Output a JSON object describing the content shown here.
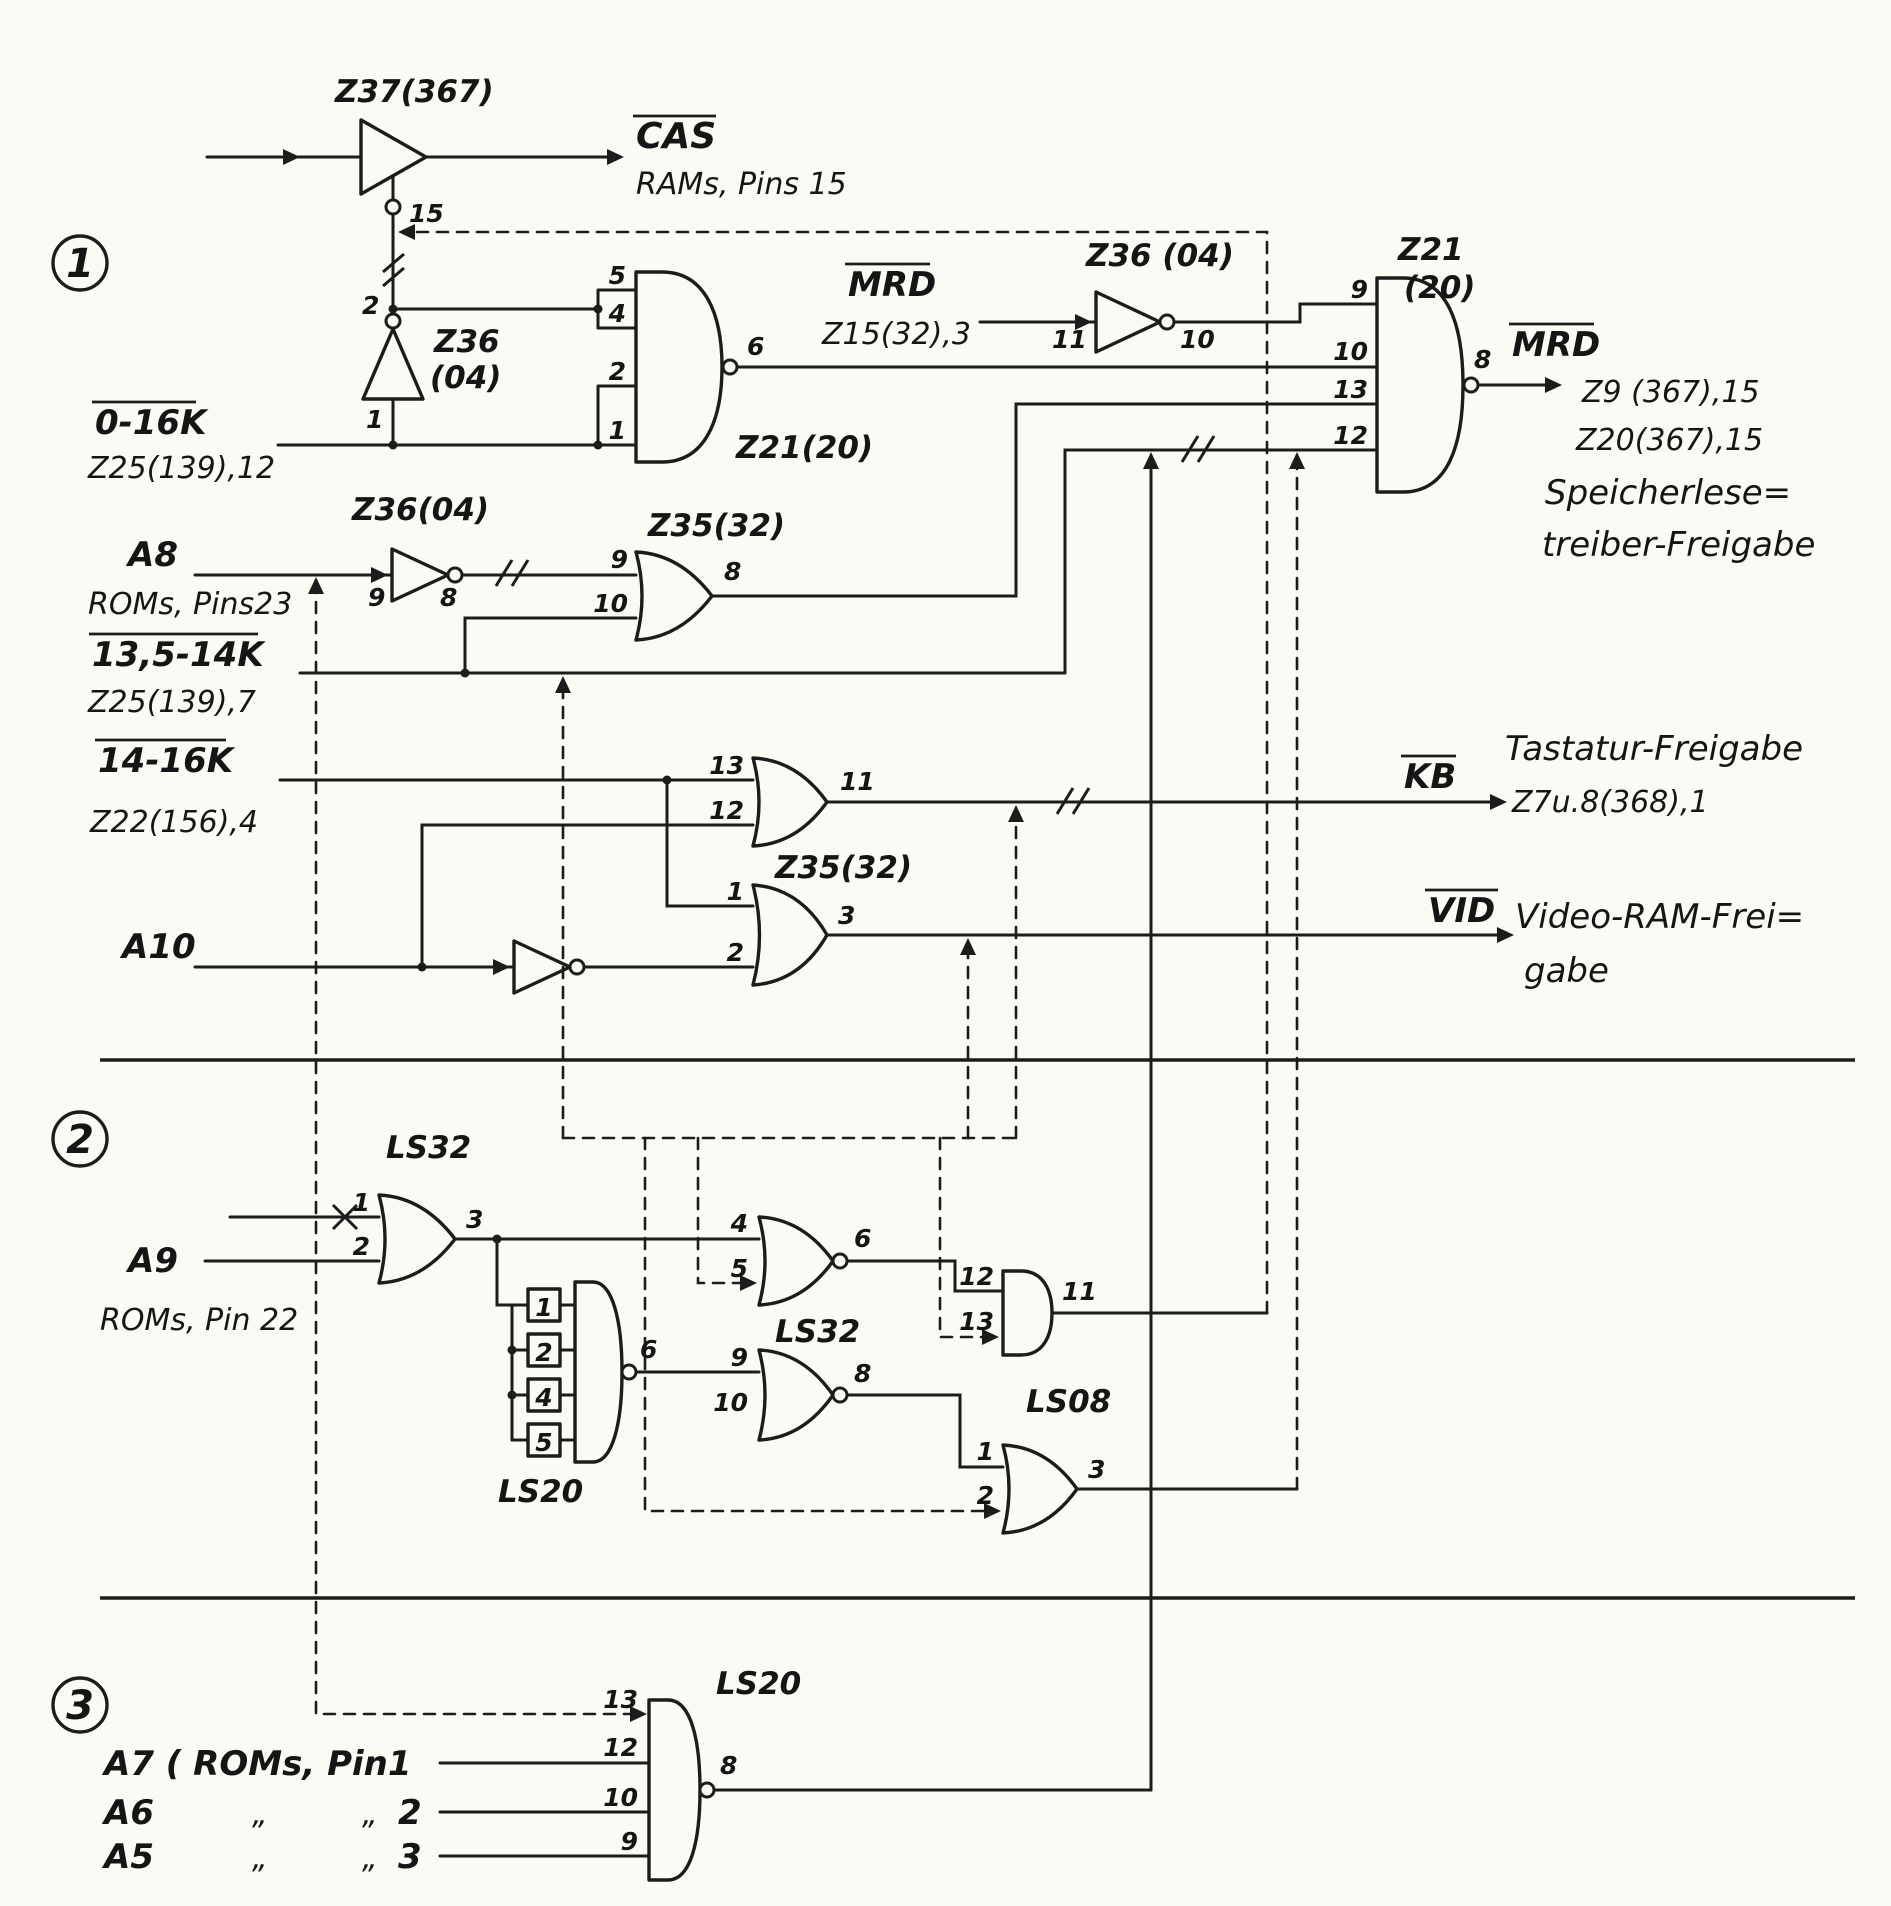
{
  "badges": {
    "b1": "1",
    "b2": "2",
    "b3": "3"
  },
  "s1": {
    "z37_label": "Z37(367)",
    "cas": "CAS",
    "cas_dest": "RAMs, Pins 15",
    "en15": "15",
    "inv1_out": "2",
    "inv1_name": "Z36",
    "inv1_pkg": "(04)",
    "inv1_in": "1",
    "r016k": "0-16K",
    "r016k_src": "Z25(139),12",
    "g1": {
      "p5": "5",
      "p4": "4",
      "p2": "2",
      "p1": "1",
      "out": "6",
      "label": "Z21(20)"
    },
    "mrd_in": "MRD",
    "mrd_in_src": "Z15(32),3",
    "inv2_label": "Z36 (04)",
    "inv2_in": "11",
    "inv2_out": "10",
    "g2": {
      "name": "Z21",
      "pkg": "(20)",
      "p9": "9",
      "p10": "10",
      "p13": "13",
      "p12": "12",
      "out": "8"
    },
    "mrd_out": "MRD",
    "mrd_d1": "Z9 (367),15",
    "mrd_d2": "Z20(367),15",
    "mrd_d3": "Speicherlese=",
    "mrd_d4": "treiber-Freigabe",
    "a8": "A8",
    "a8_src": "ROMs, Pins23",
    "inv3_label": "Z36(04)",
    "inv3_in": "9",
    "inv3_out": "8",
    "g3": {
      "label": "Z35(32)",
      "p9": "9",
      "p10": "10",
      "out": "8"
    },
    "r135": "13,5-14K",
    "r135_src": "Z25(139),7",
    "r1416": "14-16K",
    "r1416_src": "Z22(156),4",
    "g4": {
      "p13": "13",
      "p12": "12",
      "out": "11",
      "label": "Z35(32)"
    },
    "kb": "KB",
    "kb_title": "Tastatur-Freigabe",
    "kb_dest": "Z7u.8(368),1",
    "a10": "A10",
    "g5": {
      "p1": "1",
      "p2": "2",
      "out": "3"
    },
    "vid": "VID",
    "vid_t1": "Video-RAM-Frei=",
    "vid_t2": "gabe"
  },
  "s2": {
    "ls32a": {
      "label": "LS32",
      "p1": "1",
      "p2": "2",
      "out": "3"
    },
    "a9": "A9",
    "a9_src": "ROMs, Pin 22",
    "ls20": {
      "label": "LS20",
      "p1": "1",
      "p2": "2",
      "p4": "4",
      "p5": "5",
      "out": "6"
    },
    "ls32b": {
      "label": "LS32",
      "p4": "4",
      "p5": "5",
      "out": "6"
    },
    "ls32c": {
      "p9": "9",
      "p10": "10",
      "out": "8"
    },
    "ls08": {
      "label": "LS08",
      "p12": "12",
      "p13": "13",
      "out": "11"
    },
    "g6": {
      "p1": "1",
      "p2": "2",
      "out": "3"
    }
  },
  "s3": {
    "ls20": {
      "label": "LS20",
      "p13": "13",
      "p12": "12",
      "p10": "10",
      "p9": "9",
      "out": "8"
    },
    "a7": "A7 ( ROMs, Pin1",
    "a6": "A6",
    "a6_pin": "2",
    "a5": "A5",
    "a5_pin": "3",
    "ditto": "„"
  }
}
